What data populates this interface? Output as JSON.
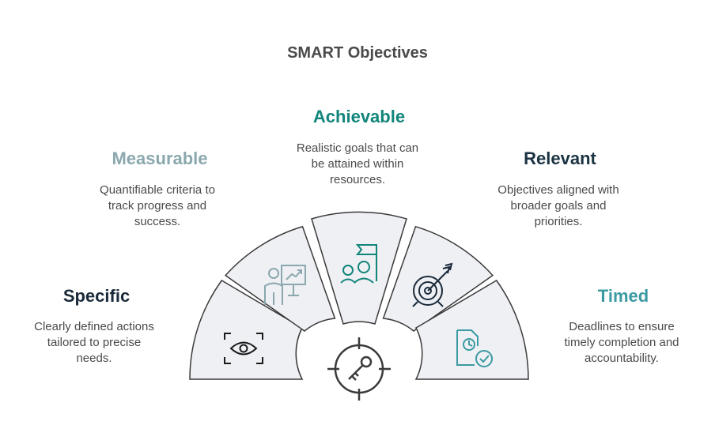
{
  "title": "SMART Objectives",
  "colors": {
    "specific": "#1a2a3a",
    "measurable": "#8aa8ad",
    "achievable": "#12857b",
    "relevant": "#1a3342",
    "timed": "#3c9aa3",
    "segment_fill": "#eef0f4",
    "segment_stroke": "#3a3a3a",
    "icon_stroke": "#2a8f8a"
  },
  "items": [
    {
      "key": "specific",
      "label": "Specific",
      "desc": [
        "Clearly defined actions",
        "tailored to precise",
        "needs."
      ],
      "icon": "eye-focus-icon"
    },
    {
      "key": "measurable",
      "label": "Measurable",
      "desc": [
        "Quantifiable criteria to",
        "track progress and",
        "success."
      ],
      "icon": "presentation-chart-icon"
    },
    {
      "key": "achievable",
      "label": "Achievable",
      "desc": [
        "Realistic goals that can",
        "be attained within",
        "resources."
      ],
      "icon": "team-flag-icon"
    },
    {
      "key": "relevant",
      "label": "Relevant",
      "desc": [
        "Objectives aligned with",
        "broader goals and",
        "priorities."
      ],
      "icon": "target-arrow-icon"
    },
    {
      "key": "timed",
      "label": "Timed",
      "desc": [
        "Deadlines to ensure",
        "timely completion and",
        "accountability."
      ],
      "icon": "clock-document-check-icon"
    }
  ],
  "center_icon": "crosshair-key-icon"
}
